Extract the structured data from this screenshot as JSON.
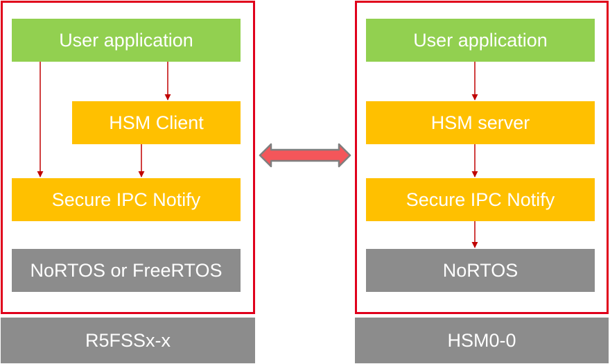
{
  "left": {
    "user_app": "User application",
    "hsm_client": "HSM Client",
    "ipc": "Secure IPC Notify",
    "os": "NoRTOS or FreeRTOS",
    "core": "R5FSSx-x"
  },
  "right": {
    "user_app": "User application",
    "hsm_server": "HSM server",
    "ipc": "Secure IPC Notify",
    "os": "NoRTOS",
    "core": "HSM0-0"
  },
  "colors": {
    "frame": "#e0001b",
    "app": "#92d050",
    "service": "#ffc000",
    "os": "#8c8c8c",
    "arrow": "#c00000",
    "bidir_fill": "#f4565a",
    "bidir_stroke": "#7f7f7f"
  }
}
